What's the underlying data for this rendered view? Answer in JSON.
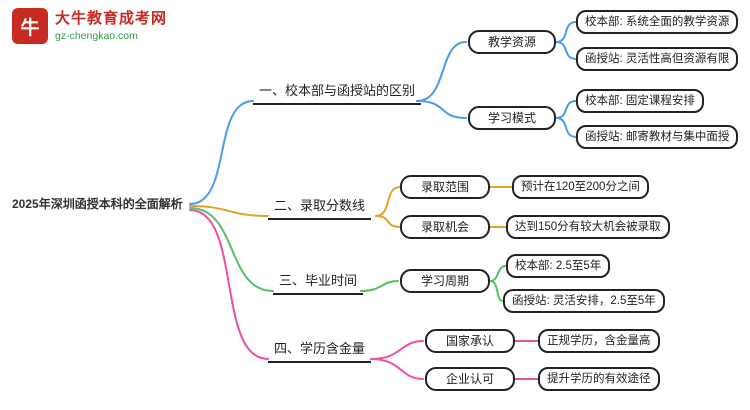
{
  "logo": {
    "icon": "bull-logo",
    "icon_glyph": "牛",
    "title": "大牛教育成考网",
    "url": "gz-chengkao.com",
    "brand_color": "#c62a21",
    "url_color": "#2f9e44"
  },
  "root": {
    "label": "2025年深圳函授本科的全面解析"
  },
  "branches": [
    {
      "label": "一、校本部与函授站的区别",
      "color": "#4b9bf0",
      "children": [
        {
          "label": "教学资源",
          "leaves": [
            "校本部: 系统全面的教学资源",
            "函授站: 灵活性高但资源有限"
          ]
        },
        {
          "label": "学习模式",
          "leaves": [
            "校本部: 固定课程安排",
            "函授站: 邮寄教材与集中面授"
          ]
        }
      ]
    },
    {
      "label": "二、录取分数线",
      "color": "#e2a32c",
      "children": [
        {
          "label": "录取范围",
          "leaves": [
            "预计在120至200分之间"
          ]
        },
        {
          "label": "录取机会",
          "leaves": [
            "达到150分有较大机会被录取"
          ]
        }
      ]
    },
    {
      "label": "三、毕业时间",
      "color": "#55c065",
      "children": [
        {
          "label": "学习周期",
          "leaves": [
            "校本部: 2.5至5年",
            "函授站: 灵活安排，2.5至5年"
          ]
        }
      ]
    },
    {
      "label": "四、学历含金量",
      "color": "#ec4fa8",
      "children": [
        {
          "label": "国家承认",
          "leaves": [
            "正规学历，含金量高"
          ]
        },
        {
          "label": "企业认可",
          "leaves": [
            "提升学历的有效途径"
          ]
        }
      ]
    }
  ]
}
